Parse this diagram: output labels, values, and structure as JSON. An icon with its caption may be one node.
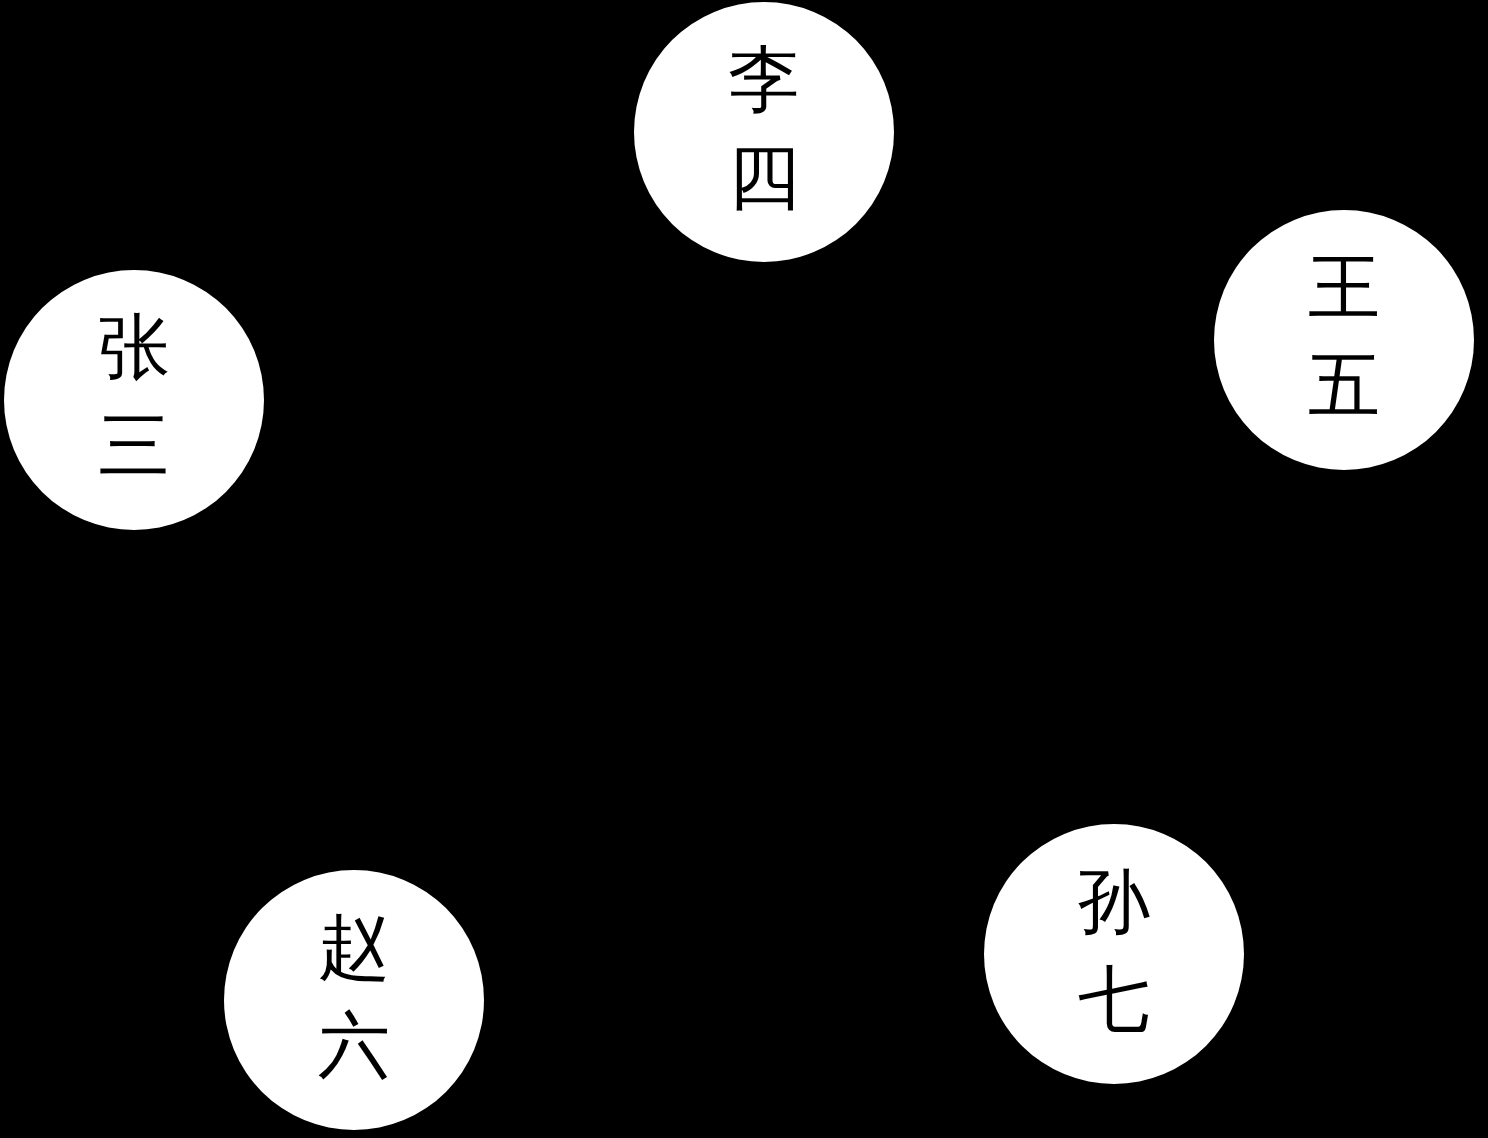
{
  "diagram": {
    "nodes": [
      {
        "text": [
          "李四"
        ]
      },
      {
        "text": [
          "张三"
        ]
      },
      {
        "text": [
          "王五"
        ]
      },
      {
        "text": [
          "孙七"
        ]
      },
      {
        "text": [
          "赵六"
        ]
      }
    ]
  }
}
